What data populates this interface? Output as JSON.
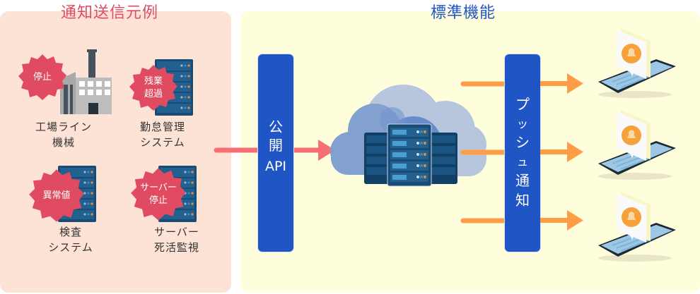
{
  "sections": {
    "left_title": "通知送信元例",
    "right_title": "標準機能"
  },
  "sources": [
    {
      "label": "工場ライン\n機械",
      "badge": "停止",
      "icon": "factory-icon"
    },
    {
      "label": "勤怠管理\nシステム",
      "badge": "残業\n超過",
      "icon": "server-rack-icon"
    },
    {
      "label": "検査\nシステム",
      "badge": "異常値",
      "icon": "server-rack-icon"
    },
    {
      "label": "サーバー\n死活監視",
      "badge": "サーバー\n停止",
      "icon": "server-rack-icon"
    }
  ],
  "api_bar": {
    "line1": "公",
    "line2": "開",
    "line3": "API"
  },
  "push_bar": {
    "chars": [
      "プ",
      "ッ",
      "シ",
      "ュ",
      "通",
      "知"
    ]
  },
  "center": {
    "icon": "cloud-server-icon"
  },
  "targets": [
    {
      "icon": "smartphone-notification-icon"
    },
    {
      "icon": "smartphone-notification-icon"
    },
    {
      "icon": "smartphone-notification-icon"
    }
  ],
  "colors": {
    "left_panel": "#fde3d5",
    "right_panel": "#fefedd",
    "accent_red": "#e04b61",
    "accent_blue": "#1f55c4",
    "arrow_red": "#f76f73",
    "arrow_orange": "#fd9e47",
    "server_dark": "#1a4b75",
    "bell_orange": "#f6a13a"
  }
}
